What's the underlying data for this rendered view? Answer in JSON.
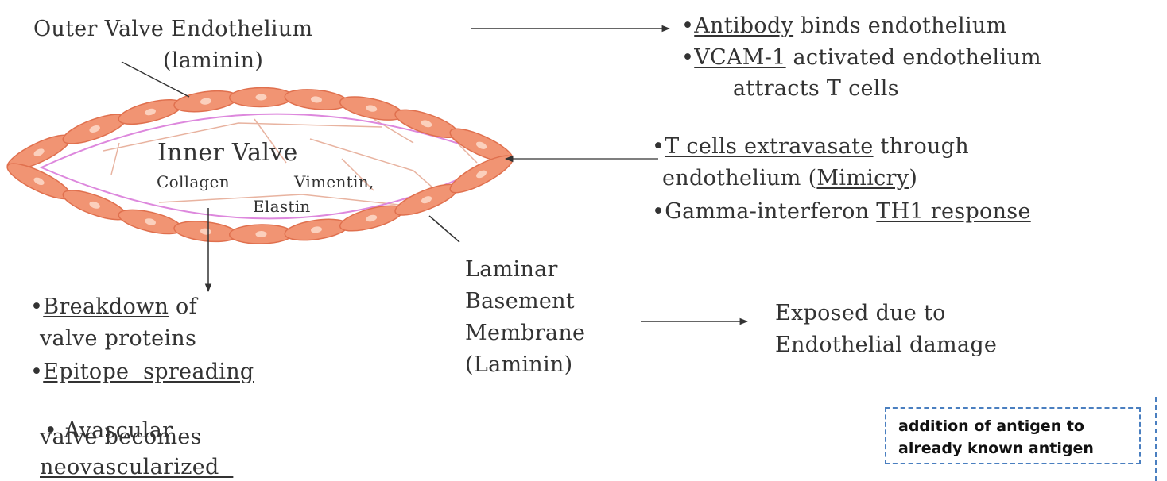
{
  "labels": {
    "outer_title": "Outer Valve Endothelium",
    "outer_sub": "(laminin)",
    "inner_title": "Inner Valve",
    "inner_collagen": "Collagen",
    "inner_vimentin": "Vimentin,",
    "inner_elastin": "Elastin",
    "lam_1": "Laminar",
    "lam_2": "Basement",
    "lam_3": "Membrane",
    "lam_4": "(Laminin)"
  },
  "top_right": {
    "l1_u": "Antibody",
    "l1_rest": " binds endothelium",
    "l2_u": "VCAM-1",
    "l2_rest": " activated endothelium",
    "l3": "attracts T cells"
  },
  "mid_right": {
    "l1_u": "T cells extravasate",
    "l1_rest": " through",
    "l2_pre": "endothelium (",
    "l2_u": "Mimicry",
    "l2_post": ")",
    "l3_pre": "Gamma-interferon ",
    "l3_u": "TH1 response"
  },
  "bottom_left": {
    "l1_u": "Breakdown",
    "l1_rest": " of",
    "l2": "valve proteins",
    "l3_u": "Epitope  spreading",
    "l4": " Avascular",
    "l5": "valve becomes",
    "l6_u": "neovascularized  "
  },
  "bottom_right": {
    "l1": "Exposed due to",
    "l2": "Endothelial damage"
  },
  "note": {
    "l1": "addition of antigen to",
    "l2": "already known antigen"
  },
  "bullet": "•",
  "colors": {
    "cell_fill": "#f19473",
    "cell_stroke": "#e0704e",
    "nucleus": "#fbd0bd",
    "membrane": "#dd88dd",
    "fiber": "#e8b3a0",
    "note_border": "#4a7fc0"
  }
}
